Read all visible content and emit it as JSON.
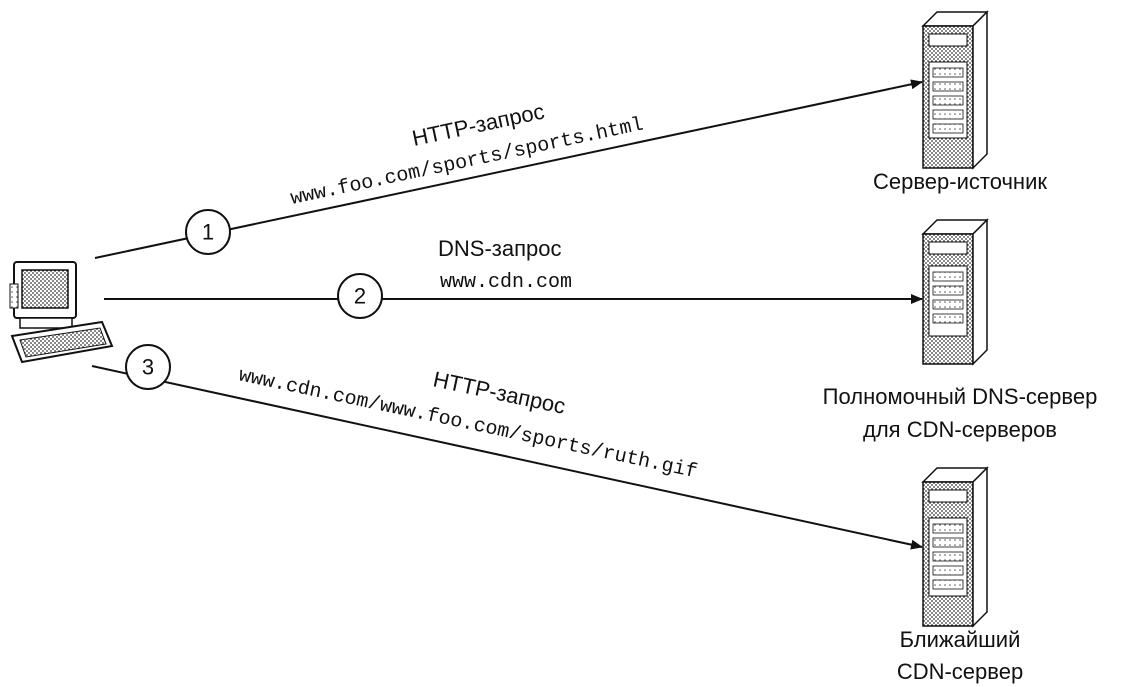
{
  "client": {
    "icon": "computer-icon"
  },
  "requests": [
    {
      "number": "1",
      "title": "HTTP-запрос",
      "url": "www.foo.com/sports/sports.html"
    },
    {
      "number": "2",
      "title": "DNS-запрос",
      "url": "www.cdn.com"
    },
    {
      "number": "3",
      "title": "HTTP-запрос",
      "url": "www.cdn.com/www.foo.com/sports/ruth.gif"
    }
  ],
  "servers": [
    {
      "icon": "server-tower-icon",
      "label_lines": [
        "Сервер-источник"
      ]
    },
    {
      "icon": "server-tower-icon",
      "label_lines": [
        "Полномочный DNS-сервер",
        "для CDN-серверов"
      ]
    },
    {
      "icon": "server-tower-icon",
      "label_lines": [
        "Ближайший",
        "CDN-сервер"
      ]
    }
  ]
}
